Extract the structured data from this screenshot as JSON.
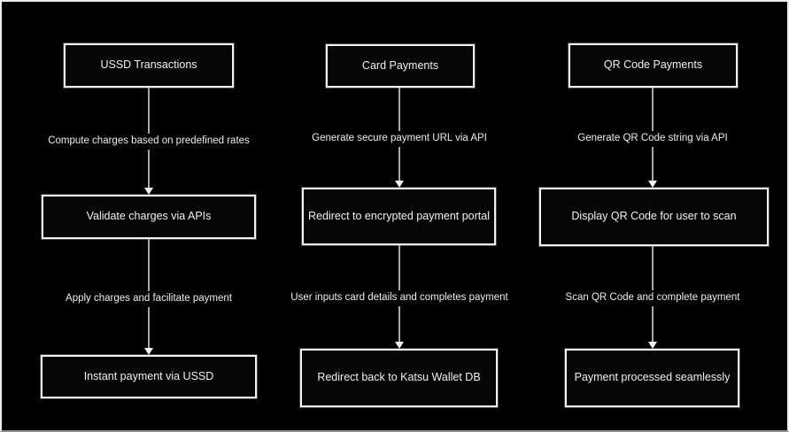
{
  "flows": [
    {
      "name": "ussd-flow",
      "nodes": [
        "USSD Transactions",
        "Validate charges via APIs",
        "Instant payment via USSD"
      ],
      "edges": [
        "Compute charges based on predefined rates",
        "Apply charges and facilitate payment"
      ]
    },
    {
      "name": "card-flow",
      "nodes": [
        "Card Payments",
        "Redirect to encrypted payment portal",
        "Redirect back to Katsu Wallet DB"
      ],
      "edges": [
        "Generate secure payment URL via API",
        "User inputs card details and completes payment"
      ]
    },
    {
      "name": "qr-flow",
      "nodes": [
        "QR Code Payments",
        "Display QR Code for user to scan",
        "Payment processed seamlessly"
      ],
      "edges": [
        "Generate QR Code string via API",
        "Scan QR Code and complete payment"
      ]
    }
  ],
  "colors": {
    "background": "#000000",
    "node_fill": "#060606",
    "node_border": "#f2f2f2",
    "text": "#f0f0f0",
    "edge_line": "#a6a6a6",
    "arrowhead": "#f0f0f0",
    "frame": "#ededed"
  }
}
